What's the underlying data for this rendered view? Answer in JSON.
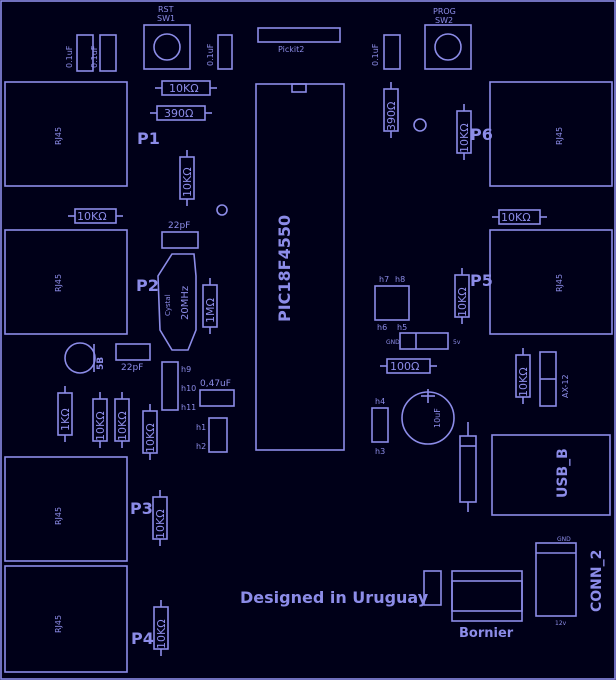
{
  "colors": {
    "background": "#000018",
    "silkscreen": "#8c8ce8"
  },
  "buttons": {
    "rst": "RST",
    "sw1": "SW1",
    "prog": "PROG",
    "sw2": "SW2"
  },
  "header": {
    "pickit": "Pickit2"
  },
  "mcu": {
    "label": "PIC18F4550"
  },
  "ports": {
    "p1": "P1",
    "p2": "P2",
    "p3": "P3",
    "p4": "P4",
    "p5": "P5",
    "p6": "P6"
  },
  "rj45": "RJ45",
  "resistors": {
    "r10k": "10KΩ",
    "r390": "390Ω",
    "r1k": "1KΩ",
    "r1m": "1MΩ",
    "r100": "100Ω"
  },
  "caps": {
    "c01": "0.1uF",
    "c22": "22pF",
    "c047": "0,47uF",
    "c10": "10uF"
  },
  "crystal": {
    "label": "Cystal",
    "freq": "20MHz"
  },
  "holes": {
    "h1": "h1",
    "h2": "h2",
    "h3": "h3",
    "h4": "h4",
    "h5": "h5",
    "h6": "h6",
    "h7": "h7",
    "h8": "h8",
    "h9": "h9",
    "h10": "h10",
    "h11": "h11"
  },
  "jumper": {
    "gnd": "GND",
    "v5": "5v"
  },
  "ax": "AX-12",
  "usb": "USB_B",
  "conn": {
    "label": "CONN_2",
    "gnd": "GND",
    "v12": "12v"
  },
  "bornier": "Bornier",
  "footer": {
    "designed": "Designed in Uruguay"
  }
}
